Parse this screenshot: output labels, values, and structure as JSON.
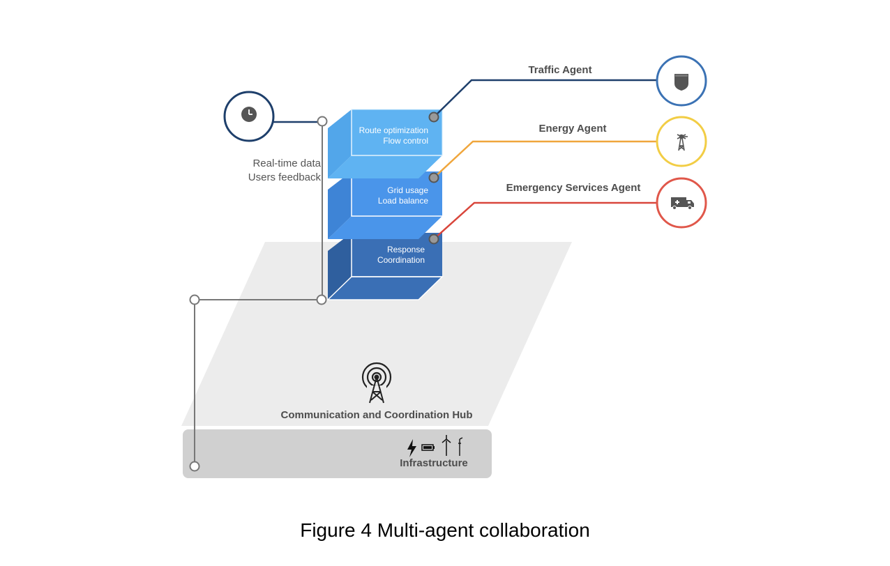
{
  "colors": {
    "traffic": "#1e3f6b",
    "energy": "#f0a63c",
    "emergency": "#d9463b",
    "traffic_circle": "#3b72b4",
    "energy_circle": "#f2cd45",
    "emergency_circle": "#e0574a",
    "block_top": "#5fb3f2",
    "block_mid": "#4a95ea",
    "block_bottom": "#3a6fb5",
    "plane": "#ececec",
    "infrastructure_bar": "#d0d0d0"
  },
  "agents": {
    "traffic": {
      "label": "Traffic Agent",
      "icon": "police-badge-icon"
    },
    "energy": {
      "label": "Energy Agent",
      "icon": "windmill-icon"
    },
    "emergency": {
      "label": "Emergency Services Agent",
      "icon": "ambulance-icon"
    }
  },
  "blocks": {
    "top": {
      "line1": "Route optimization",
      "line2": "Flow control"
    },
    "mid": {
      "line1": "Grid  usage",
      "line2": "Load balance"
    },
    "bottom": {
      "line1": "Response",
      "line2": "Coordination"
    }
  },
  "input": {
    "line1": "Real-time data",
    "line2": "Users feedback",
    "icon": "clock-icon"
  },
  "hub": {
    "label": "Communication and Coordination Hub",
    "icon": "antenna-tower-icon"
  },
  "infrastructure": {
    "label": "Infrastructure",
    "icons": [
      "lightning-icon",
      "battery-icon",
      "wind-turbine-icon",
      "street-light-icon"
    ]
  },
  "caption": "Figure 4 Multi-agent collaboration"
}
